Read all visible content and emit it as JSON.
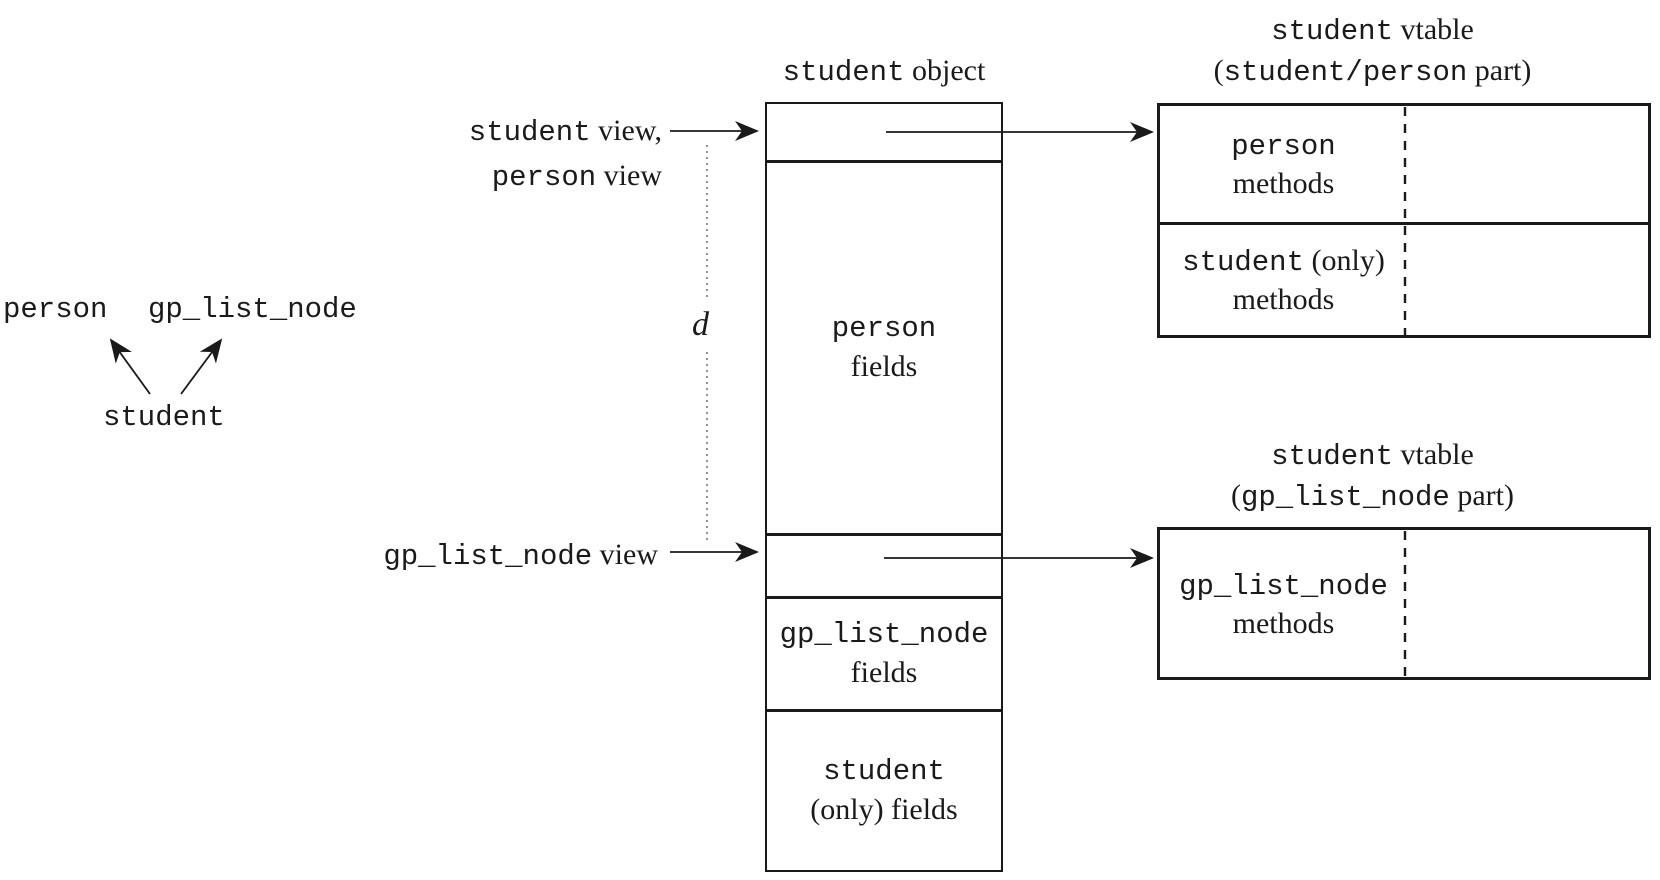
{
  "colors": {
    "ink": "#1a1a1a",
    "background": "#ffffff",
    "dotted_offset_line": "#777777"
  },
  "inheritance": {
    "parent_left": "person",
    "parent_right": "gp_list_node",
    "child": "student"
  },
  "object": {
    "title": {
      "code": "student",
      "rest": " object"
    },
    "sections": {
      "person_fields": {
        "code": "person",
        "rest": "fields"
      },
      "gp_fields": {
        "code": "gp_list_node",
        "rest": "fields"
      },
      "student_fields": {
        "code": "student",
        "rest": "(only) fields"
      }
    }
  },
  "views": {
    "student_person_line1": {
      "code": "student",
      "rest": " view,"
    },
    "student_person_line2": {
      "code": "person",
      "rest": " view"
    },
    "gp_view": {
      "code": "gp_list_node",
      "rest": " view"
    },
    "offset_label": "d"
  },
  "vtable_top": {
    "title_line1": {
      "code": "student",
      "rest": " vtable"
    },
    "title_line2": {
      "open": "(",
      "code": "student/person",
      "rest": " part)"
    },
    "rows": [
      {
        "line1_code": "person",
        "line1_rest": "",
        "line2": "methods"
      },
      {
        "line1_code": "student",
        "line1_rest": " (only)",
        "line2": "methods"
      }
    ]
  },
  "vtable_bottom": {
    "title_line1": {
      "code": "student",
      "rest": " vtable"
    },
    "title_line2": {
      "open": "(",
      "code": "gp_list_node",
      "rest": " part)"
    },
    "rows": [
      {
        "line1_code": "gp_list_node",
        "line1_rest": "",
        "line2": "methods"
      }
    ]
  }
}
